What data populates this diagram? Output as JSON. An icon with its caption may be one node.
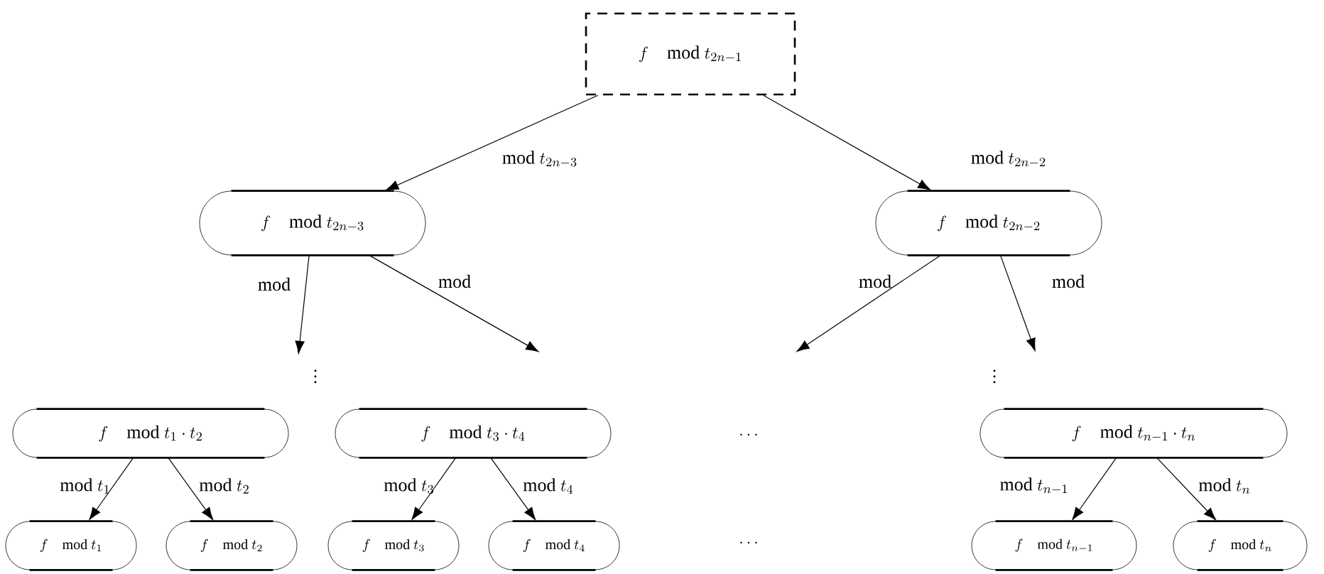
{
  "diagram": {
    "nodes": [
      {
        "text": [
          "f \\quad \\mathrm{mod}\\ t_{2n-1}"
        ]
      },
      {
        "text": [
          "f \\quad \\mathrm{mod}\\ t_{2n-3}"
        ]
      },
      {
        "text": [
          "f \\quad \\mathrm{mod}\\ t_{2n-2}"
        ]
      },
      {
        "text": [
          "f \\quad \\mathrm{mod}\\ t_1 \\cdot t_2"
        ]
      },
      {
        "text": [
          "f \\quad \\mathrm{mod}\\ t_3 \\cdot t_4"
        ]
      },
      {
        "text": [
          "f \\quad \\mathrm{mod}\\ t_{n-1} \\cdot t_n"
        ]
      },
      {
        "text": [
          "f \\quad \\mathrm{mod}\\ t_1"
        ]
      },
      {
        "text": [
          "f \\quad \\mathrm{mod}\\ t_2"
        ]
      },
      {
        "text": [
          "f \\quad \\mathrm{mod}\\ t_3"
        ]
      },
      {
        "text": [
          "f \\quad \\mathrm{mod}\\ t_4"
        ]
      },
      {
        "text": [
          "f \\quad \\mathrm{mod}\\ t_{n-1}"
        ]
      },
      {
        "text": [
          "f \\quad \\mathrm{mod}\\ t_n"
        ]
      }
    ],
    "edges": [
      {
        "from": 0,
        "to": 1,
        "arrow": "to",
        "label": "\\mathrm{mod}\\ t_{2n-3}"
      },
      {
        "from": 0,
        "to": 2,
        "arrow": "to",
        "label": "\\mathrm{mod}\\ t_{2n-2}"
      },
      {
        "from": 1,
        "to": null,
        "arrow": "to",
        "label": "\\mathrm{mod}"
      },
      {
        "from": 1,
        "to": null,
        "arrow": "to",
        "label": "\\mathrm{mod}"
      },
      {
        "from": 2,
        "to": null,
        "arrow": "to",
        "label": "\\mathrm{mod}"
      },
      {
        "from": 2,
        "to": null,
        "arrow": "to",
        "label": "\\mathrm{mod}"
      },
      {
        "from": 3,
        "to": 6,
        "arrow": "to",
        "label": "\\mathrm{mod}\\ t_1"
      },
      {
        "from": 3,
        "to": 7,
        "arrow": "to",
        "label": "\\mathrm{mod}\\ t_2"
      },
      {
        "from": 4,
        "to": 8,
        "arrow": "to",
        "label": "\\mathrm{mod}\\ t_3"
      },
      {
        "from": 4,
        "to": 9,
        "arrow": "to",
        "label": "\\mathrm{mod}\\ t_4"
      },
      {
        "from": 5,
        "to": 10,
        "arrow": "to",
        "label": "\\mathrm{mod}\\ t_{n-1}"
      },
      {
        "from": 5,
        "to": 11,
        "arrow": "to",
        "label": "\\mathrm{mod}\\ t_n"
      }
    ],
    "labels": [
      "\\vdots",
      "\\vdots",
      "\\ldots",
      "\\ldots"
    ]
  }
}
